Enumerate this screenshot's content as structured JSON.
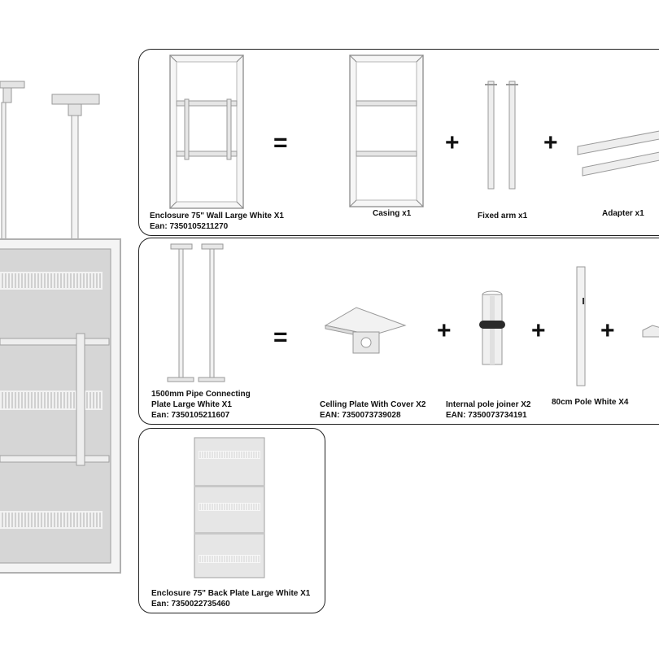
{
  "colors": {
    "border": "#222222",
    "metal": "#e8e8e8",
    "metal_dark": "#a9a9a9",
    "text": "#111111"
  },
  "operators": {
    "equals": "=",
    "plus": "+"
  },
  "rows": [
    {
      "main": {
        "name": "Enclosure 75\" Wall Large White X1",
        "ean": "Ean: 7350105211270",
        "icon": "wall-enclosure-icon"
      },
      "parts": [
        {
          "name": "Casing x1",
          "icon": "casing-frame-icon"
        },
        {
          "name": "Fixed arm x1",
          "icon": "fixed-arm-icon"
        },
        {
          "name": "Adapter x1",
          "icon": "adapter-rail-icon"
        }
      ]
    },
    {
      "main": {
        "name": "1500mm Pipe Connecting",
        "name2": "Plate Large White X1",
        "ean": "Ean: 7350105211607",
        "icon": "pipe-pole-icon"
      },
      "parts": [
        {
          "name": "Celling Plate With Cover X2",
          "ean": "EAN: 7350073739028",
          "icon": "ceiling-plate-icon"
        },
        {
          "name": "Internal pole joiner X2",
          "ean": "EAN: 7350073734191",
          "icon": "pole-joiner-icon"
        },
        {
          "name": "80cm Pole White X4",
          "icon": "pole-icon"
        }
      ]
    },
    {
      "main": {
        "name": "Enclosure 75\" Back Plate Large White X1",
        "ean": "Ean: 7350022735460",
        "icon": "back-plate-icon"
      }
    }
  ]
}
